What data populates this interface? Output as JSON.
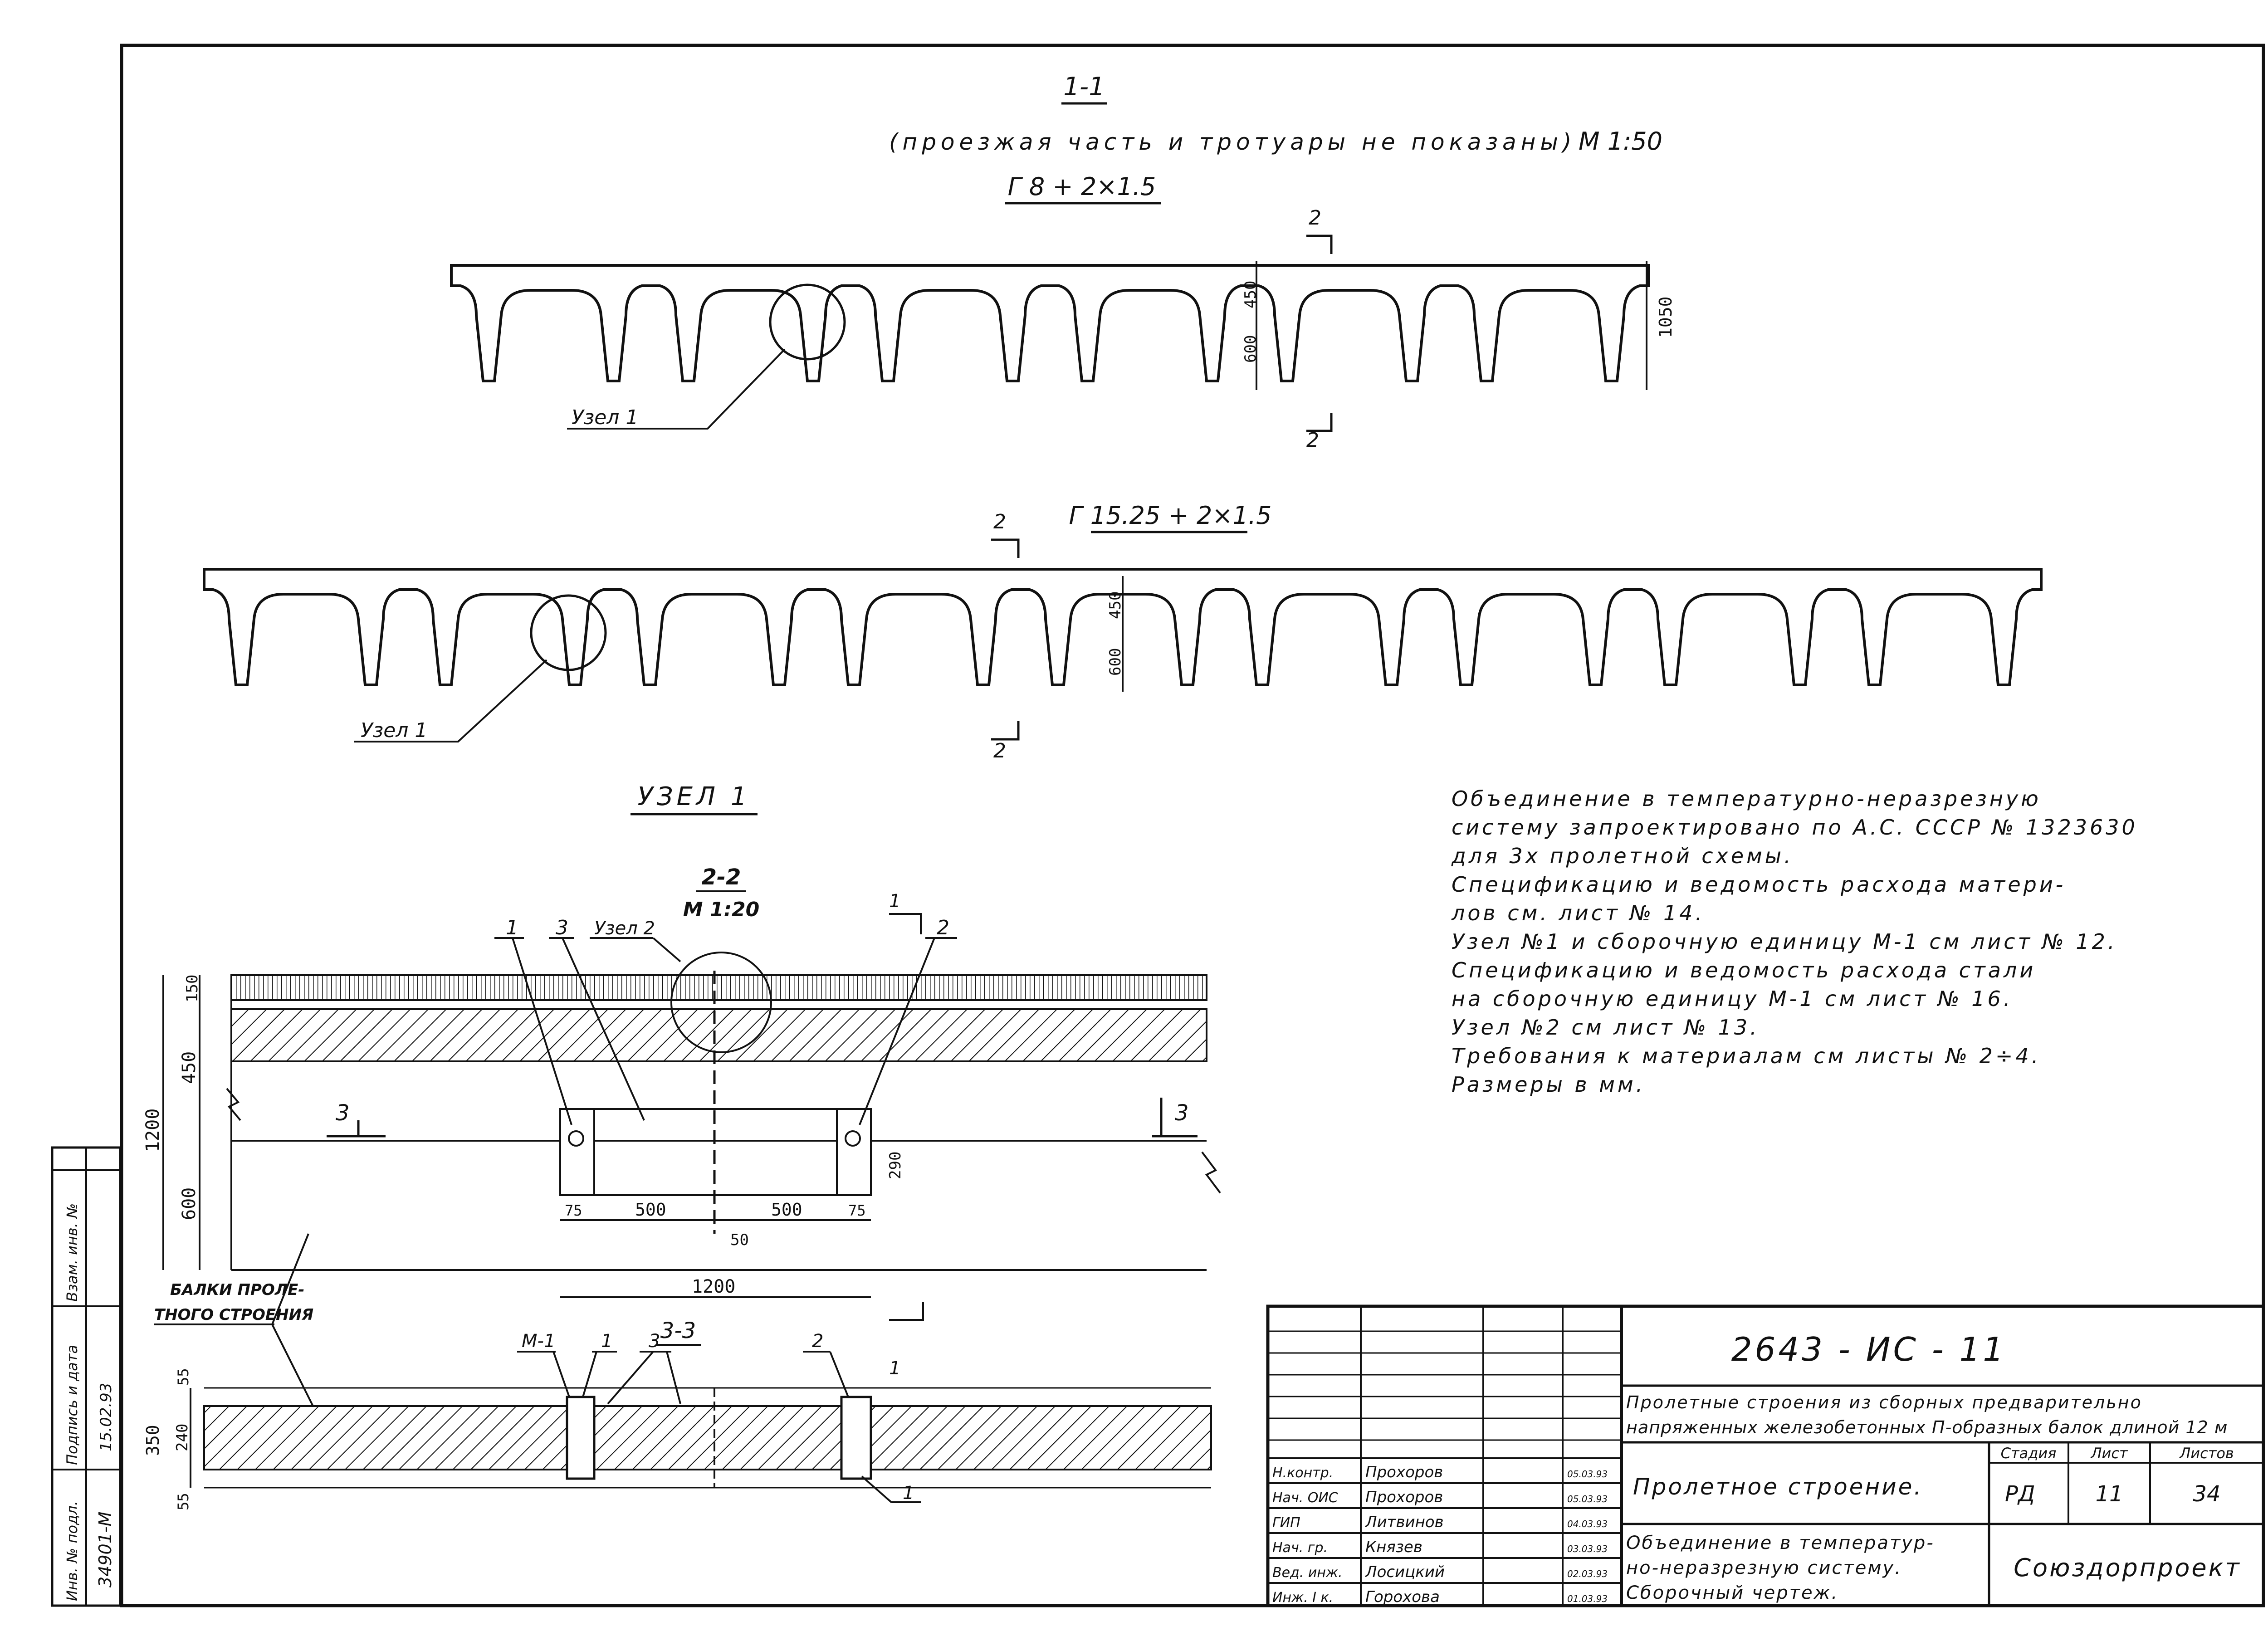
{
  "section_1_1": {
    "mark": "1-1",
    "caption": "(проезжая часть и тротуары не показаны)",
    "scale": "М 1:50"
  },
  "span_a": {
    "label": "Г 8 + 2×1.5",
    "cut_mark_top": "2",
    "cut_mark_bottom": "2",
    "dim_total": "1050",
    "dim_upper": "450",
    "dim_lower": "600",
    "node_label": "Узел 1"
  },
  "span_b": {
    "label": "Г 15.25 + 2×1.5",
    "cut_mark_top": "2",
    "cut_mark_bottom": "2",
    "dim_upper": "450",
    "dim_lower": "600",
    "node_label": "Узел 1"
  },
  "node_1": {
    "title": "УЗЕЛ 1",
    "section_2_2": "2-2",
    "section_2_2_scale": "М 1:20",
    "callout_1": "1",
    "callout_3": "3",
    "callout_node_2": "Узел 2",
    "callout_2": "2",
    "cut_1": "1",
    "cut_3_left": "3",
    "cut_3_right": "3",
    "dim_150": "150",
    "dim_450": "450",
    "dim_1200": "1200",
    "dim_600": "600",
    "dim_75_left": "75",
    "dim_500_left": "500",
    "dim_500_right": "500",
    "dim_75_right": "75",
    "dim_290": "290",
    "dim_50": "50",
    "dim_1200_bottom": "1200",
    "beams_label_line1": "БАЛКИ ПРОЛЕ-",
    "beams_label_line2": "ТНОГО СТРОЕНИЯ",
    "section_3_3": "3-3",
    "callout_m1": "М-1",
    "callout_1b": "1",
    "callout_3b": "3",
    "callout_2b": "2",
    "callout_1c": "1",
    "cut_1b": "1",
    "dim_55_top": "55",
    "dim_240": "240",
    "dim_350": "350",
    "dim_55_bottom": "55"
  },
  "notes": [
    "Объединение в температурно-неразрезную",
    "систему запроектировано по А.С. СССР № 1323630",
    "для 3х пролетной схемы.",
    "Спецификацию и ведомость расхода матери-",
    "лов см. лист № 14.",
    "Узел №1 и сборочную единицу М-1 см лист № 12.",
    "Спецификацию и ведомость расхода стали",
    "на сборочную единицу М-1 см лист № 16.",
    "Узел №2 см лист № 13.",
    "Требования к материалам см листы № 2÷4.",
    "Размеры в мм."
  ],
  "side_stamp": {
    "inv_podl": "Инв. № подл.",
    "inv_podl_value": "34901-М",
    "podpis_data": "Подпись и дата",
    "podpis_value": "15.02.93",
    "vzam_inv": "Взам. инв. №"
  },
  "title_block": {
    "doc_code": "2643 - ИС - 11",
    "project_title_line1": "Пролетные строения из сборных предварительно",
    "project_title_line2": "напряженных железобетонных П-образных балок длиной 12 м",
    "sheet_name": "Пролетное строение.",
    "drawing_name_line1": "Объединение в температур-",
    "drawing_name_line2": "но-неразрезную систему.",
    "drawing_name_line3": "Сборочный чертеж.",
    "organization": "Союздорпроект",
    "stage_header": "Стадия",
    "sheet_header": "Лист",
    "sheets_header": "Листов",
    "stage_value": "РД",
    "sheet_value": "11",
    "sheets_value": "34",
    "signatures": [
      {
        "role": "Н.контр.",
        "name": "Прохоров",
        "date": "05.03.93"
      },
      {
        "role": "Нач. ОИС",
        "name": "Прохоров",
        "date": "05.03.93"
      },
      {
        "role": "ГИП",
        "name": "Литвинов",
        "date": "04.03.93"
      },
      {
        "role": "Нач. гр.",
        "name": "Князев",
        "date": "03.03.93"
      },
      {
        "role": "Вед. инж.",
        "name": "Лосицкий",
        "date": "02.03.93"
      },
      {
        "role": "Инж. I к.",
        "name": "Горохова",
        "date": "01.03.93"
      }
    ]
  }
}
